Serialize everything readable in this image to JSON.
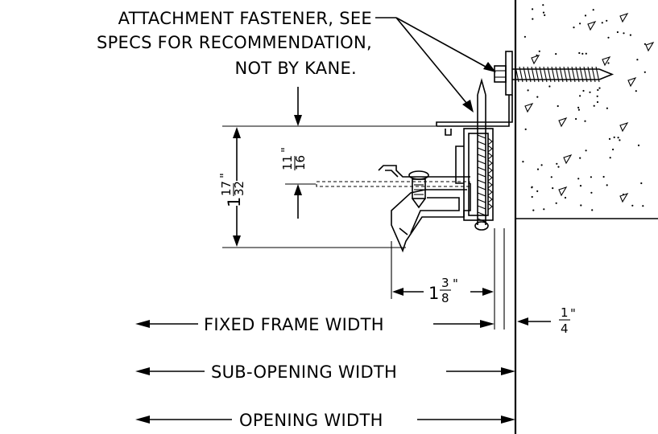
{
  "callout": {
    "line1": "ATTACHMENT FASTENER, SEE",
    "line2": "SPECS FOR RECOMMENDATION,",
    "line3": "NOT BY KANE."
  },
  "dims": {
    "height_whole": "1",
    "height_num": "17",
    "height_den": "32",
    "height_inch": "\"",
    "lip_num": "11",
    "lip_den": "16",
    "lip_inch": "\"",
    "depth_whole": "1",
    "depth_num": "3",
    "depth_den": "8",
    "depth_inch": "\"",
    "gap_num": "1",
    "gap_den": "4",
    "gap_inch": "\""
  },
  "widths": {
    "fixed_frame": "FIXED FRAME WIDTH",
    "sub_opening": "SUB-OPENING WIDTH",
    "opening": "OPENING WIDTH"
  }
}
